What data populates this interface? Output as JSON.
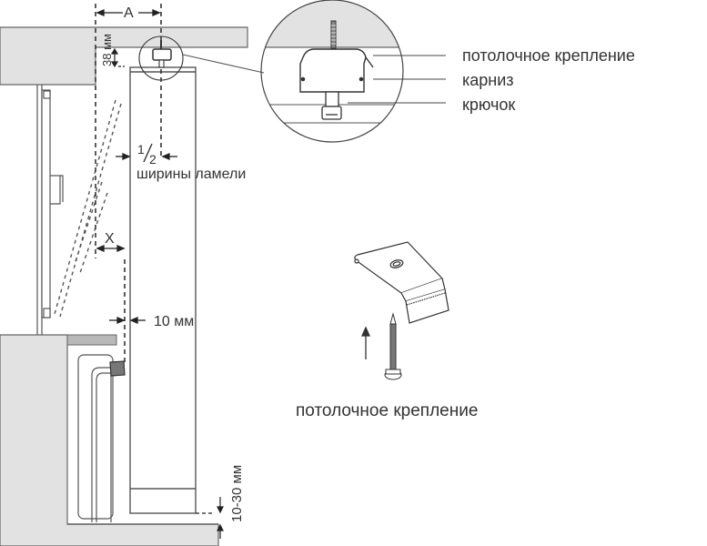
{
  "diagram": {
    "title": "Монтаж вертикальных жалюзи к потолку",
    "colors": {
      "wall_fill": "#e2e2e2",
      "line": "#555555",
      "dark_line": "#222222",
      "text": "#333333",
      "sill_fill": "#b8b8b8"
    },
    "dimensions": {
      "a_label": "A",
      "mm_vertical": "38 мм",
      "x_label": "X",
      "half_num": "1",
      "half_den": "2",
      "half_caption": "ширины ламели",
      "gap_label": "10 мм",
      "floor_gap_label": "10-30 мм"
    },
    "detail_callouts": [
      {
        "label": "потолочное крепление"
      },
      {
        "label": "карниз"
      },
      {
        "label": "крючок"
      }
    ],
    "bracket_caption": "потолочное крепление"
  }
}
